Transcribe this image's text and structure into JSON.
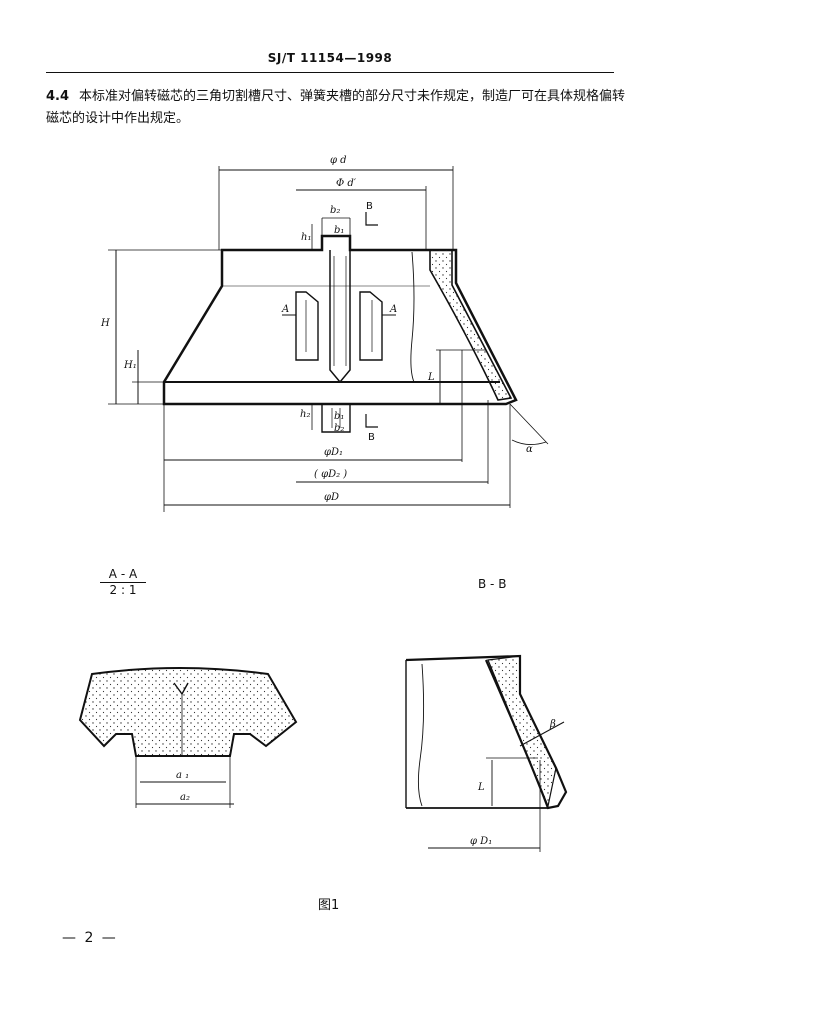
{
  "header": {
    "standard_no": "SJ/T 11154—1998"
  },
  "paragraph": {
    "number": "4.4",
    "text": "本标准对偏转磁芯的三角切割槽尺寸、弹簧夹槽的部分尺寸未作规定，制造厂可在具体规格偏转磁芯的设计中作出规定。"
  },
  "figure": {
    "caption": "图1",
    "main_view_labels": {
      "phi_d": "φ d",
      "phi_d_prime": "Φ d′",
      "b_top": "b₂",
      "b_inner": "b₁",
      "h_upper": "h₁",
      "h_lower": "h₂",
      "H": "H",
      "H1": "H₁",
      "A_left": "A",
      "A_right": "A",
      "B_top": "B",
      "B_bottom": "B",
      "L": "L",
      "b1_lower": "b₁",
      "b2_lower": "b₂",
      "phi_D1": "φD₁",
      "phi_D2": "( φD₂ )",
      "phi_D": "φD",
      "alpha": "α"
    },
    "section_aa": {
      "title": "A - A",
      "scale": "2 : 1",
      "a1": "a ₁",
      "a2": "a₂"
    },
    "section_bb": {
      "title": "B - B",
      "beta": "β",
      "L": "L",
      "phi_D1": "φ D₁"
    }
  },
  "footer": {
    "page_number": "— 2 —"
  }
}
